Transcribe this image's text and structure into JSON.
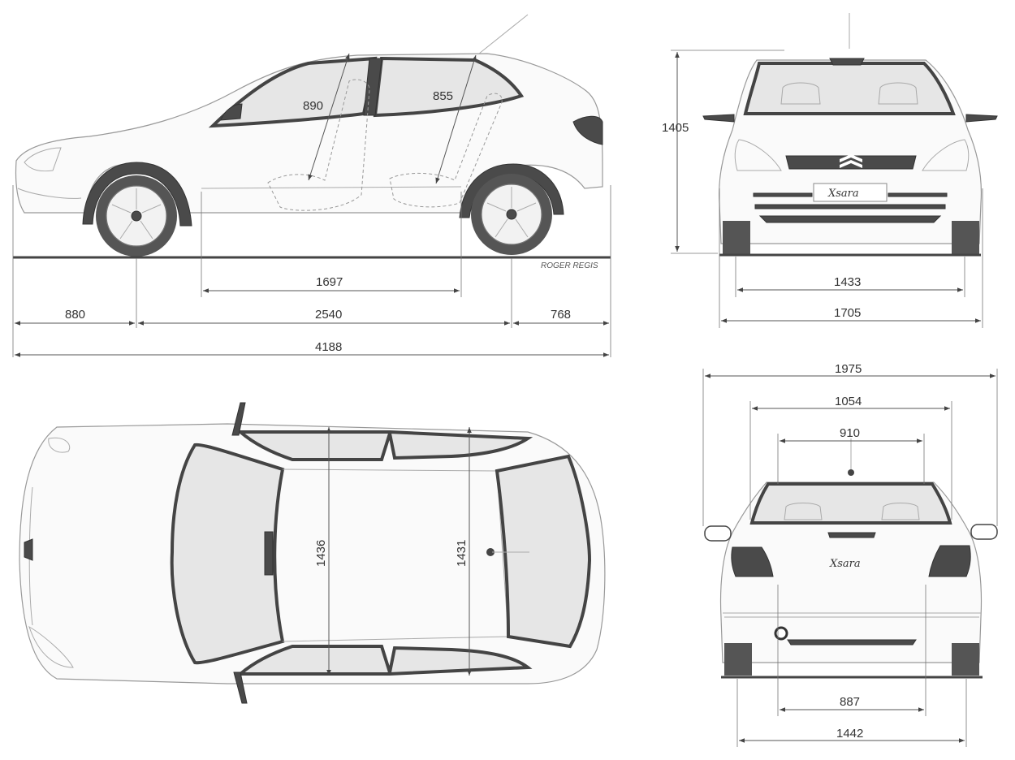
{
  "credit": "ROGER REGIS",
  "badge": "Xsara",
  "side_view": {
    "window_front": "890",
    "window_rear": "855",
    "door_length": "1697",
    "front_overhang": "880",
    "wheelbase": "2540",
    "rear_overhang": "768",
    "overall_length": "4188"
  },
  "front_view": {
    "height": "1405",
    "front_track": "1433",
    "width": "1705"
  },
  "top_view": {
    "interior_width_front": "1436",
    "interior_width_rear": "1431"
  },
  "rear_view": {
    "width_with_mirrors": "1975",
    "rear_window_width": "1054",
    "rear_window_top": "910",
    "boot_opening": "887",
    "rear_track": "1442"
  }
}
